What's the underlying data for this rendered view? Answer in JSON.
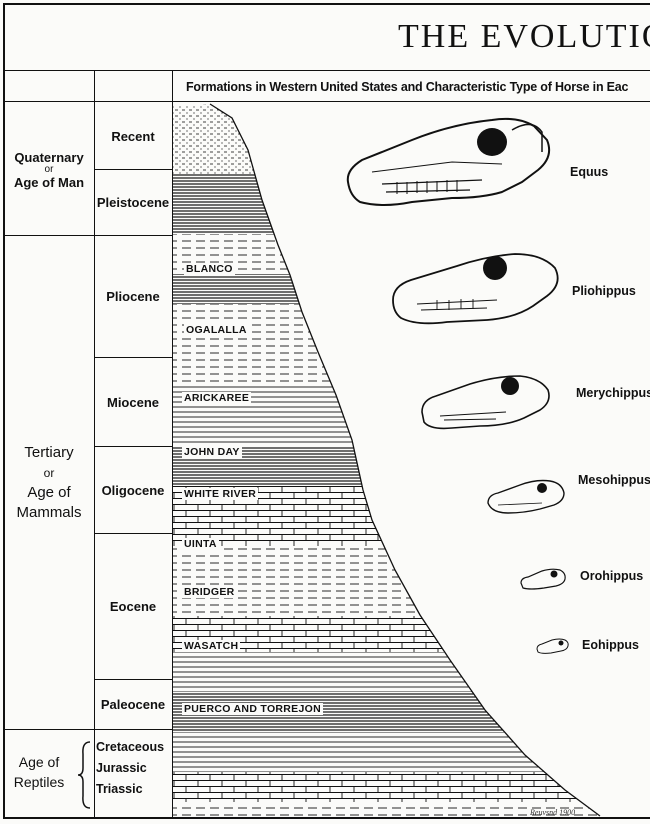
{
  "title": "THE EVOLUTIO",
  "subtitle": "Formations in Western United States and Characteristic Type of Horse in Eac",
  "eras": {
    "quaternary": {
      "line1": "Quaternary",
      "or": "or",
      "line2": "Age of Man"
    },
    "tertiary": {
      "line1": "Tertiary",
      "or": "or",
      "line2": "Age of",
      "line3": "Mammals"
    },
    "reptiles": {
      "line1": "Age of",
      "line2": "Reptiles"
    }
  },
  "epochs": {
    "recent": "Recent",
    "pleistocene": "Pleistocene",
    "pliocene": "Pliocene",
    "miocene": "Miocene",
    "oligocene": "Oligocene",
    "eocene": "Eocene",
    "paleocene": "Paleocene",
    "cretaceous": "Cretaceous",
    "jurassic": "Jurassic",
    "triassic": "Triassic"
  },
  "formations": {
    "blanco": "BLANCO",
    "ogalalla": "OGALALLA",
    "arickaree": "ARICKAREE",
    "john_day": "JOHN DAY",
    "white_river": "WHITE RIVER",
    "uinta": "UINTA",
    "bridger": "BRIDGER",
    "wasatch": "WASATCH",
    "puerco": "PUERCO AND TORREJON"
  },
  "horses": {
    "equus": "Equus",
    "pliohippus": "Pliohippus",
    "merychippus": "Merychippus",
    "mesohippus": "Mesohippus",
    "orohippus": "Orohippus",
    "eohippus": "Eohippus"
  },
  "signature": "Reuvsnd 1900",
  "colors": {
    "ink": "#111111",
    "paper": "#fbfbf9"
  }
}
